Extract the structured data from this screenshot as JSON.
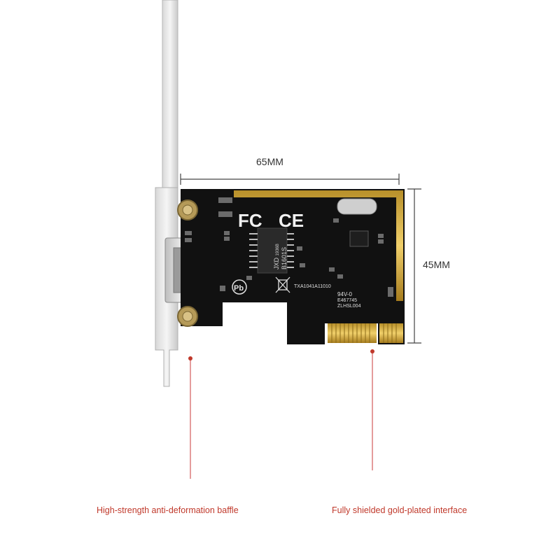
{
  "dimensions": {
    "width_label": "65MM",
    "height_label": "45MM"
  },
  "board": {
    "chip_brand": "JXD",
    "chip_code": "1936B",
    "chip_model": "B1601S",
    "serial": "TXA1041A11010",
    "rating": "94V-0",
    "cert_number": "E467745",
    "pcb_code": "ZLHSL004"
  },
  "callouts": {
    "left": "High-strength anti-deformation baffle",
    "right": "Fully shielded gold-plated interface"
  },
  "colors": {
    "callout_red": "#c0392b",
    "board": "#111111",
    "gold": "#d9b24a"
  }
}
